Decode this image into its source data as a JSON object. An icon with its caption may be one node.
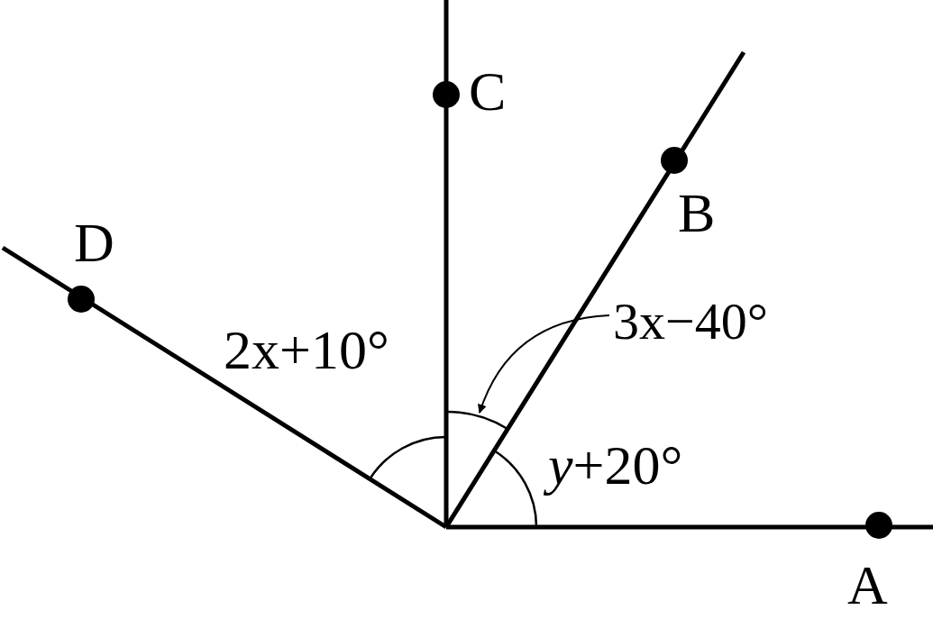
{
  "diagram": {
    "nodes": [
      {
        "text": [
          "3x−40°"
        ]
      },
      {
        "text": [],
        "shape": "arc"
      }
    ],
    "edges": [
      {
        "from": 0,
        "to": 1,
        "arrow": "to"
      }
    ],
    "labels": [
      "C",
      "B",
      "D",
      "2x+10°",
      "*y*+20°",
      "A"
    ]
  }
}
